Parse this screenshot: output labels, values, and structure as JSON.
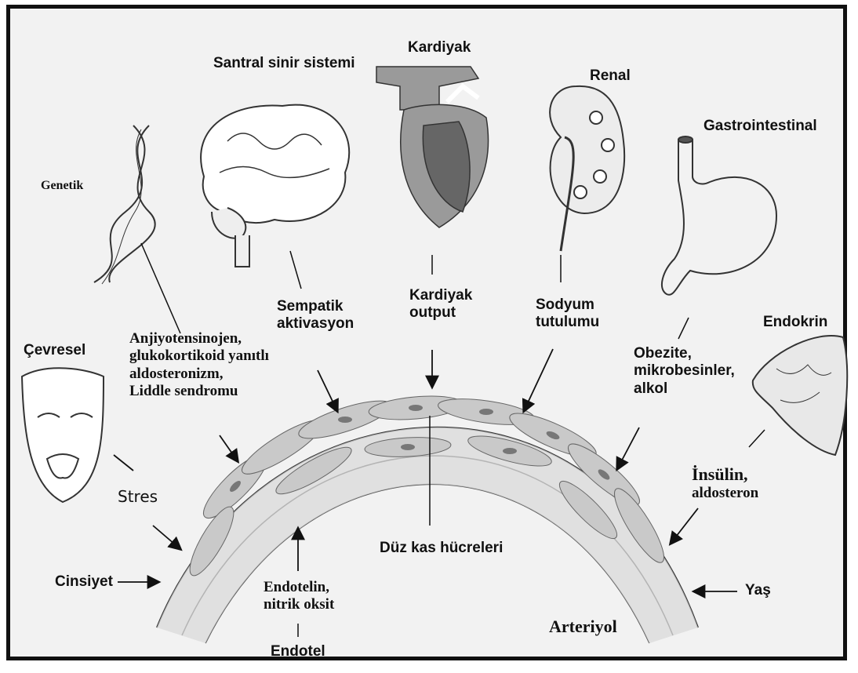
{
  "organs": {
    "santral": "Santral sinir sistemi",
    "kardiyak": "Kardiyak",
    "renal": "Renal",
    "gastro": "Gastrointestinal",
    "genetik": "Genetik",
    "cevresel": "Çevresel",
    "endokrin": "Endokrin"
  },
  "factors": {
    "genetik_line1": "Anjiyotensinojen,",
    "genetik_line2": "glukokortikoid yanıtlı",
    "genetik_line3": "aldosteronizm,",
    "genetik_line4": "Liddle sendromu",
    "sempatik_line1": "Sempatik",
    "sempatik_line2": "aktivasyon",
    "kardiyak_line1": "Kardiyak",
    "kardiyak_line2": "output",
    "sodyum_line1": "Sodyum",
    "sodyum_line2": "tutulumu",
    "obezite_line1": "Obezite,",
    "obezite_line2": "mikrobesinler,",
    "obezite_line3": "alkol",
    "insulin_line1": "İnsülin,",
    "insulin_line2": "aldosteron",
    "stres": "Stres",
    "cinsiyet": "Cinsiyet",
    "yas": "Yaş",
    "endotelin_line1": "Endotelin,",
    "endotelin_line2": "nitrik oksit",
    "endotel": "Endotel",
    "duz_kas": "Düz kas hücreleri",
    "arteriyol": "Arteriyol"
  }
}
